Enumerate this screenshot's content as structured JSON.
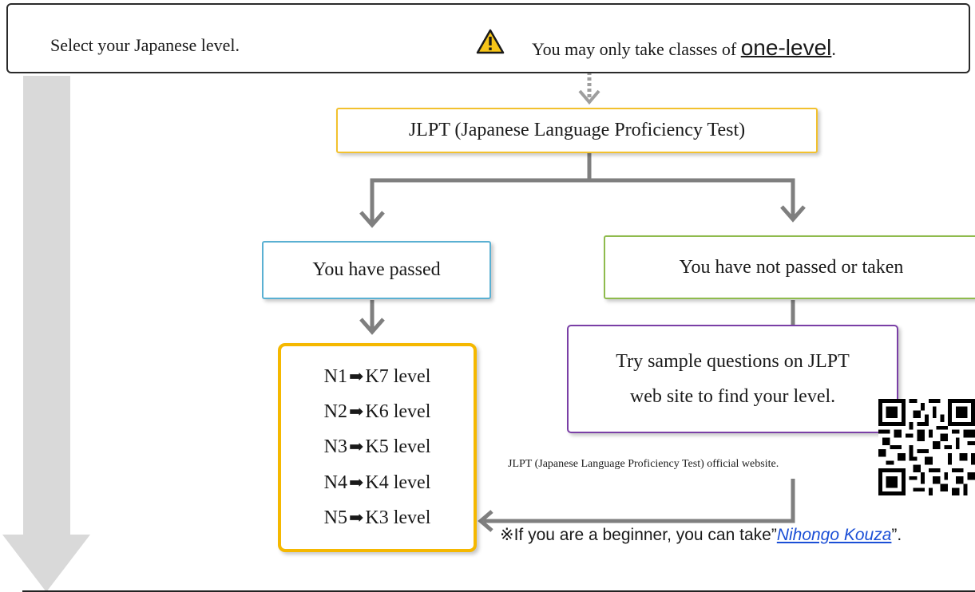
{
  "header": {
    "instruction": "Select your Japanese level.",
    "warning_prefix": "You may only take classes of ",
    "warning_emphasis": "one-level",
    "warning_suffix": ".",
    "warning_icon": "warning-triangle-icon"
  },
  "flow": {
    "jlpt": "JLPT (Japanese Language Proficiency Test)",
    "passed": "You have passed",
    "not_passed": "You have not passed or taken",
    "sample_line1": "Try sample questions on JLPT",
    "sample_line2": "web site to find your level."
  },
  "levels": [
    {
      "n": "N1",
      "k": "K7 level"
    },
    {
      "n": "N2",
      "k": "K6 level"
    },
    {
      "n": "N3",
      "k": "K5 level"
    },
    {
      "n": "N4",
      "k": "K4 level"
    },
    {
      "n": "N5",
      "k": "K3 level"
    }
  ],
  "level_arrow": "➡",
  "official_site": "JLPT (Japanese Language Proficiency Test) official website.",
  "beginner": {
    "prefix": "※If you are a beginner, you can take”",
    "link": "Nihongo Kouza",
    "suffix": "”."
  },
  "colors": {
    "jlpt_border": "#f2c12e",
    "passed_border": "#5ab0d2",
    "not_passed_border": "#8fbb4d",
    "sample_border": "#7a3fa6",
    "levels_border": "#f5b800",
    "connector": "#7f7f7f",
    "side_arrow": "#d9d9d9",
    "link": "#1b4fd6"
  }
}
